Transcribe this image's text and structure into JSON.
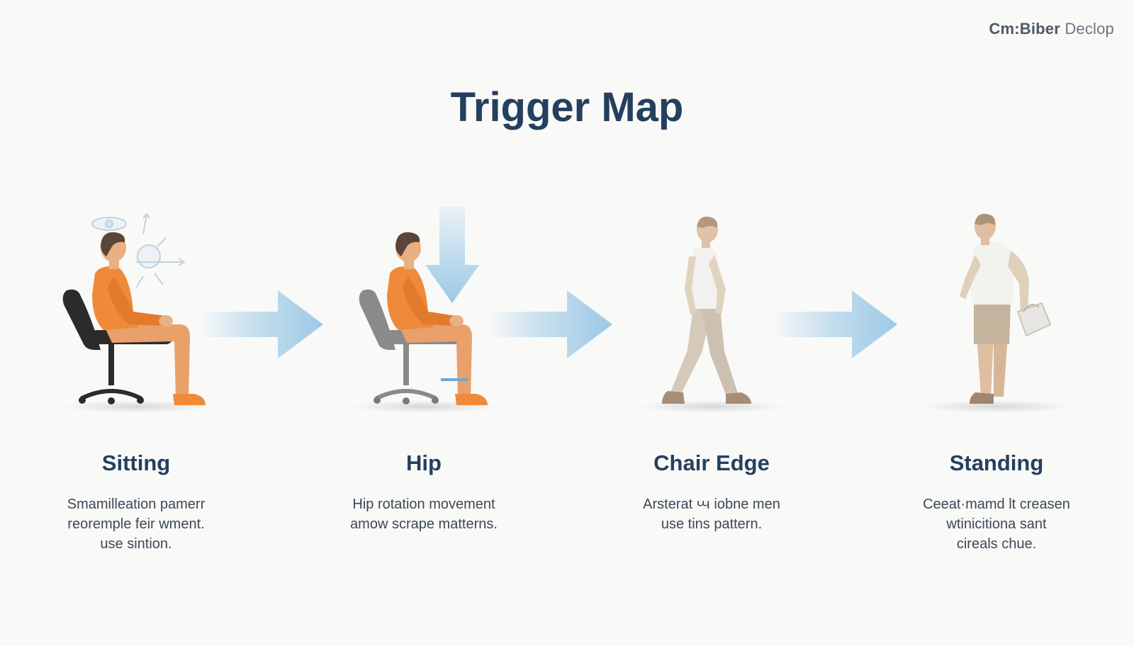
{
  "brand": {
    "strong": "Cm:Biber",
    "light": "Declop"
  },
  "title": "Trigger Map",
  "colors": {
    "title": "#24405e",
    "accent_orange": "#ef8a3a",
    "arrow_blue": "#9cc9e6",
    "chair_dark": "#2b2b2b",
    "chair_gray": "#8a8a8a",
    "figure_neutral": "#c9b9a4"
  },
  "stages": [
    {
      "label": "Sitting",
      "icon": "person-sitting-dark-chair-icon",
      "desc": [
        "Smamilleation pamerr",
        "reoremple feir wment.",
        "use sintion."
      ]
    },
    {
      "label": "Hip",
      "icon": "person-sitting-gray-chair-icon",
      "desc": [
        "Hip rotation movement",
        "amow scrape matterns."
      ]
    },
    {
      "label": "Chair Edge",
      "icon": "person-walking-icon",
      "desc": [
        "Arsterat ꚇ iobne men",
        "use tins pattern."
      ]
    },
    {
      "label": "Standing",
      "icon": "person-standing-bag-icon",
      "desc": [
        "Ceeat·mamd lt creasen",
        "wtinicitiona sant",
        "cireals chue."
      ]
    }
  ],
  "arrows": [
    "right-arrow-icon",
    "right-arrow-icon",
    "right-arrow-icon"
  ],
  "down_arrow": "down-arrow-icon"
}
